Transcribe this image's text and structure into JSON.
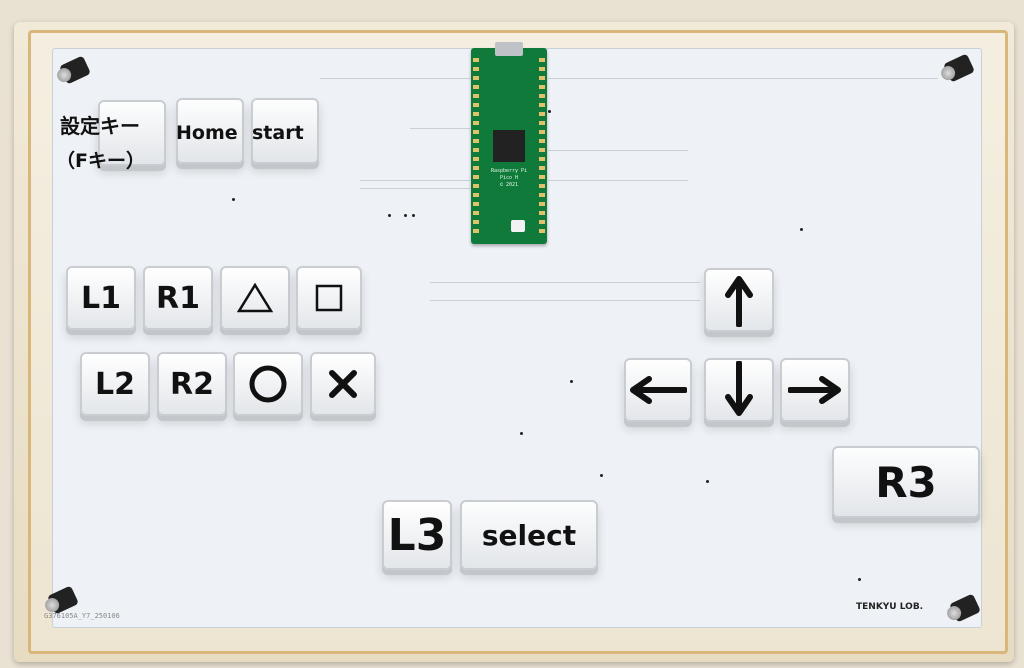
{
  "keys": {
    "settings_label_line1": "設定キー",
    "settings_label_line2": "（Fキー）",
    "home": "Home",
    "start": "start",
    "l1": "L1",
    "r1": "R1",
    "l2": "L2",
    "r2": "R2",
    "l3": "L3",
    "select": "select",
    "r3": "R3",
    "triangle_icon": "triangle-icon",
    "square_icon": "square-icon",
    "circle_icon": "circle-icon",
    "cross_icon": "cross-icon",
    "up_icon": "arrow-up-icon",
    "down_icon": "arrow-down-icon",
    "left_icon": "arrow-left-icon",
    "right_icon": "arrow-right-icon"
  },
  "board": {
    "brand": "TENKYU LOB.",
    "serial": "G376105A_Y7_250106",
    "pico_text": "Raspberry Pi\nPico H\n© 2021"
  },
  "colors": {
    "board": "#eef2f6",
    "frame": "#d9b77a",
    "pico": "#0f7a3a"
  }
}
